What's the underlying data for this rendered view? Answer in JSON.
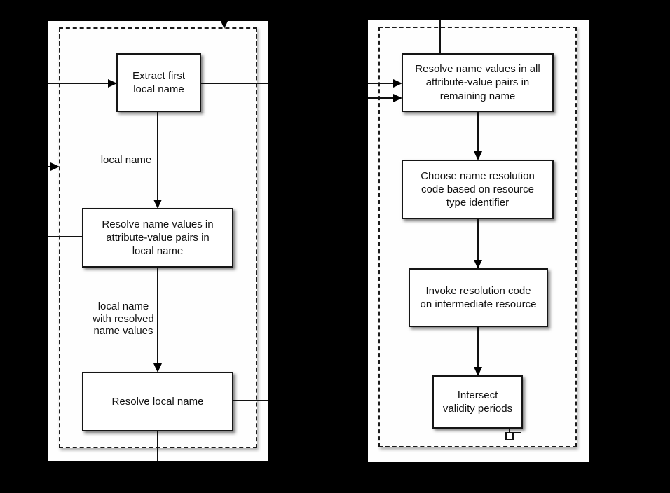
{
  "diagram": {
    "type": "flowchart",
    "background_color": "#000000",
    "panel_color": "#fefefe",
    "line_color": "#111111",
    "left_panel": {
      "boxes": [
        {
          "text": "Extract first\nlocal name"
        },
        {
          "text": "Resolve name values in\nattribute-value pairs in\nlocal name"
        },
        {
          "text": "Resolve local name"
        }
      ],
      "labels": [
        {
          "text": "local name"
        },
        {
          "text": "local name\nwith resolved\nname values"
        }
      ]
    },
    "right_panel": {
      "boxes": [
        {
          "text": "Resolve name values in all\nattribute-value pairs in\nremaining name"
        },
        {
          "text": "Choose name resolution\ncode based on resource\ntype identifier"
        },
        {
          "text": "Invoke resolution code\non intermediate resource"
        },
        {
          "text": "Intersect\nvalidity periods"
        }
      ]
    },
    "icons": [
      {
        "name": "anchor-port-icon"
      },
      {
        "name": "arrowhead-right-icon"
      },
      {
        "name": "arrowhead-down-icon"
      }
    ]
  }
}
